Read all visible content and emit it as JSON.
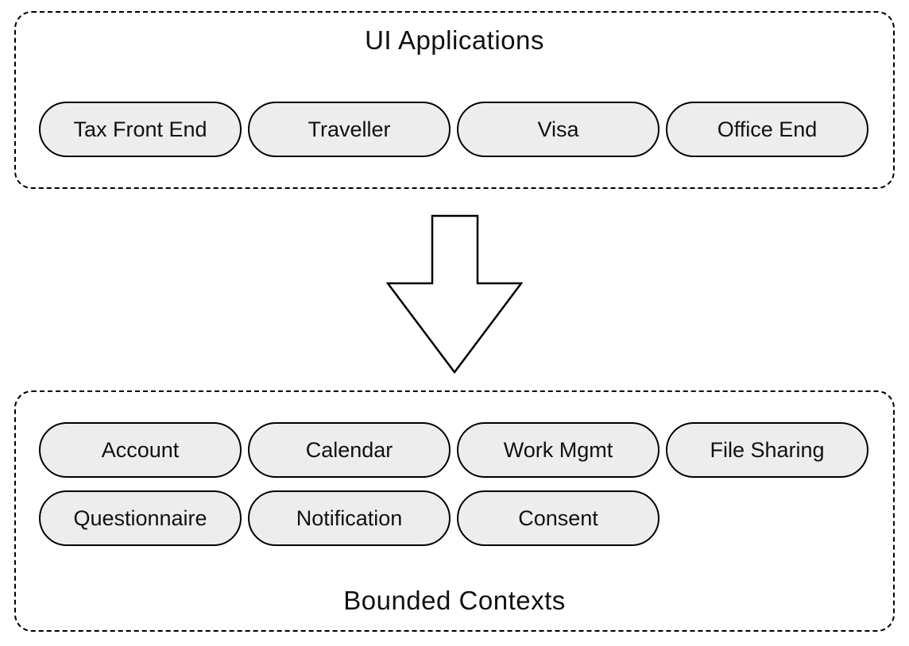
{
  "top_group": {
    "title": "UI Applications",
    "items": [
      "Tax Front End",
      "Traveller",
      "Visa",
      "Office End"
    ]
  },
  "arrow": {
    "icon": "down-arrow-icon",
    "direction": "down"
  },
  "bottom_group": {
    "title": "Bounded Contexts",
    "items_row1": [
      "Account",
      "Calendar",
      "Work Mgmt",
      "File Sharing"
    ],
    "items_row2": [
      "Questionnaire",
      "Notification",
      "Consent"
    ]
  },
  "colors": {
    "background": "#ffffff",
    "border": "#000000",
    "pill_fill": "#ededed",
    "text": "#111111"
  }
}
